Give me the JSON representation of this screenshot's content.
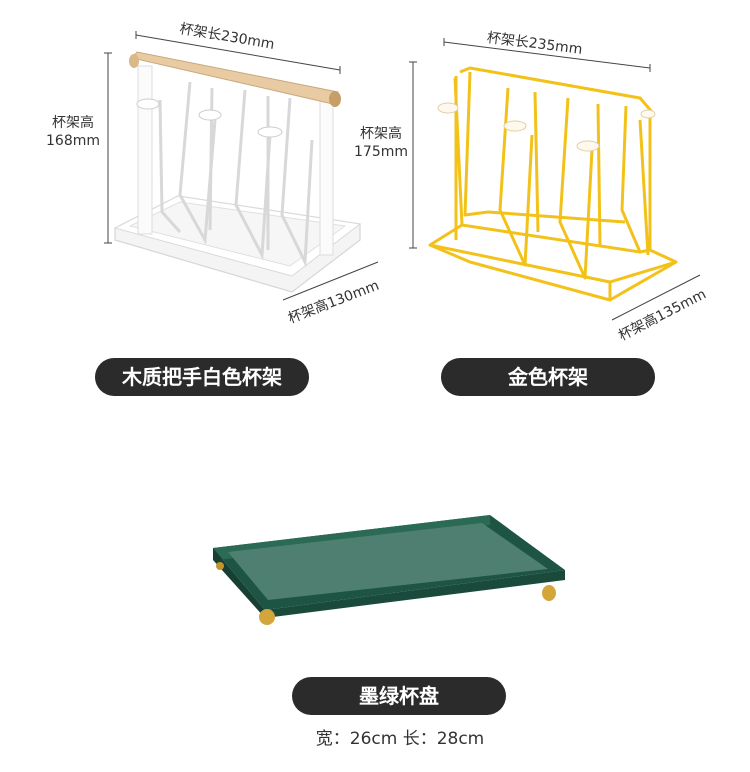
{
  "white_rack": {
    "length_label": "杯架长230mm",
    "height_label_line1": "杯架高",
    "height_label_line2": "168mm",
    "width_label": "杯架高130mm",
    "name": "木质把手白色杯架"
  },
  "gold_rack": {
    "length_label": "杯架长235mm",
    "height_label_line1": "杯架高",
    "height_label_line2": "175mm",
    "width_label": "杯架高135mm",
    "name": "金色杯架"
  },
  "tray": {
    "name": "墨绿杯盘",
    "spec": "宽：26cm 长：28cm"
  },
  "colors": {
    "pill_bg": "#2b2b2b",
    "gold": "#f2c21a",
    "tray_green": "#1f5a47",
    "wood": "#e8cba3"
  }
}
